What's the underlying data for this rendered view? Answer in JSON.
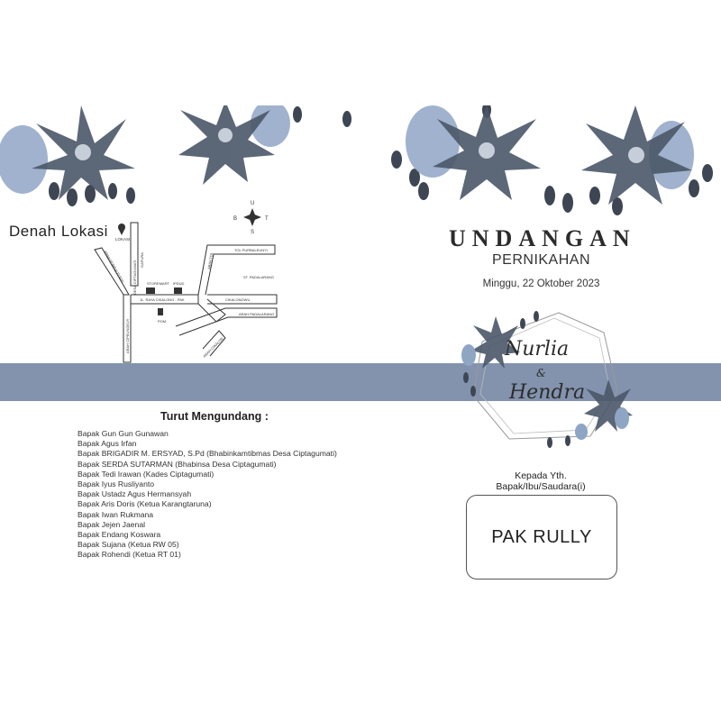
{
  "map": {
    "title": "Denah Lokasi",
    "compass": {
      "n": "U",
      "s": "S",
      "e": "T",
      "w": "B"
    },
    "labels": {
      "lokasi": "LOKASI",
      "desa": "DESA CIPTAGUMATI",
      "gapura": "GAPURA",
      "arah_purbaleunyi": "ARAH PURBALEUNYI",
      "arah_cipeundeuy": "ARAH CIPEUNDEUY",
      "storemart": "STOREMART",
      "ipdud": "IPDUD",
      "tol": "TOL PURBALEUNYI",
      "arah_tol": "ARAH TOL",
      "st_padalarang": "ST. PADALARANG",
      "jl": "JL. RAYA CIKALONG - PAK",
      "cikalong": "CIKALONGWU",
      "pom": "POM",
      "arah_padalarang": "ARAH PADALARANG",
      "arah_cikalong": "ARAH CIKALON"
    }
  },
  "invitation": {
    "title": "UNDANGAN",
    "subtitle": "PERNIKAHAN",
    "date": "Minggu, 22 Oktober 2023",
    "bride": "Nurlia",
    "ampersand": "&",
    "groom": "Hendra"
  },
  "recipient": {
    "to_line1": "Kepada Yth.",
    "to_line2": "Bapak/Ibu/Saudara(i)",
    "name": "PAK RULLY"
  },
  "inviters": {
    "heading": "Turut Mengundang :",
    "names": [
      "Bapak Gun Gun Gunawan",
      "Bapak Agus Irfan",
      "Bapak BRIGADIR M. ERSYAD, S.Pd (Bhabinkamtibmas Desa Ciptagumati)",
      "Bapak SERDA SUTARMAN (Bhabinsa Desa Ciptagumati)",
      "Bapak Tedi Irawan (Kades Ciptagumati)",
      "Bapak Iyus Rusliyanto",
      "Bapak Ustadz Agus Hermansyah",
      "Bapak Aris Doris (Ketua Karangtaruna)",
      "Bapak Iwan Rukmana",
      "Bapak Jejen Jaenal",
      "Bapak Endang Koswara",
      "Bapak Sujana (Ketua RW 05)",
      "Bapak Rohendi (Ketua RT 01)"
    ]
  },
  "colors": {
    "band": "#8393ad",
    "flower_dark": "#4a5668",
    "flower_light": "#8fa5c4",
    "leaf": "#3d4652"
  }
}
